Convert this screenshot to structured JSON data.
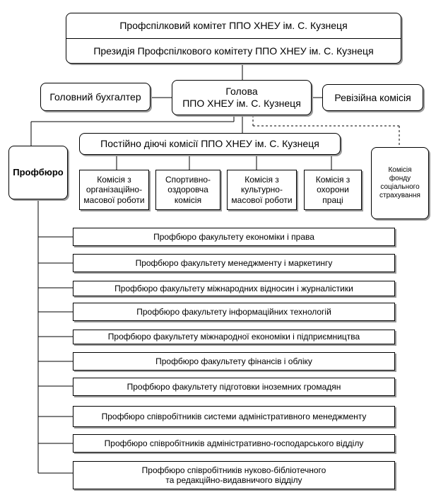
{
  "committee": "Профспілковий комітет ППО ХНЕУ ім. С. Кузнеця",
  "presidium": "Президія Профспілкового комітету ППО ХНЕУ ім. С. Кузнеця",
  "chief_accountant": "Головний бухгалтер",
  "head": {
    "line1": "Голова",
    "line2": "ППО ХНЕУ ім. С. Кузнеця"
  },
  "audit_commission": "Ревізійна комісія",
  "permanent_commissions": "Постійно діючі комісії ППО ХНЕУ ім. С. Кузнеця",
  "commissions": [
    {
      "l1": "Комісія з",
      "l2": "організаційно-",
      "l3": "масової роботи"
    },
    {
      "l1": "Спортивно-",
      "l2": "оздоровча",
      "l3": "комісія"
    },
    {
      "l1": "Комісія з",
      "l2": "культурно-",
      "l3": "масової роботи"
    },
    {
      "l1": "Комісія з",
      "l2": "охорони",
      "l3": "праці"
    }
  ],
  "social_fund": {
    "l1": "Комісія",
    "l2": "фонду",
    "l3": "соціального",
    "l4": "страхування"
  },
  "bureau": "Профбюро",
  "bureaus": [
    "Профбюро факультету економіки і права",
    "Профбюро факультету менеджменту і маркетингу",
    "Профбюро факультету міжнародних відносин і журналістики",
    "Профбюро факультету інформаційних технологій",
    "Профбюро факультету міжнародної економіки і підприємництва",
    "Профбюро факультету фінансів і обліку",
    "Профбюро факультету підготовки іноземних громадян",
    "Профбюро співробітників системи адміністративного менеджменту",
    "Профбюро співробітників адміністративно-господарського відділу"
  ],
  "last_bureau": {
    "l1": "Профбюро співробітників нуково-бібліотечного",
    "l2": "та редакційно-видавничого відділу"
  }
}
